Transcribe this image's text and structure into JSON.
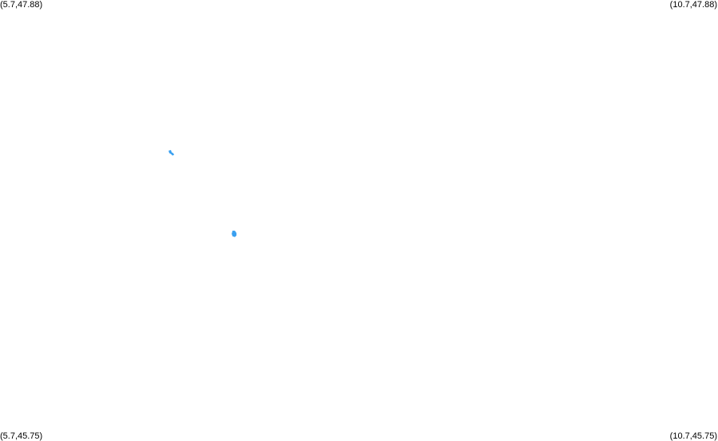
{
  "map": {
    "corner_labels": {
      "top_left": "(5.7,47.88)",
      "top_right": "(10.7,47.88)",
      "bottom_left": "(5.7,45.75)",
      "bottom_right": "(10.7,45.75)"
    },
    "bounds": {
      "lon_min": 5.7,
      "lon_max": 10.7,
      "lat_min": 45.75,
      "lat_max": 47.88
    },
    "feature_color": "#3aa0f0",
    "features": [
      {
        "lon": 6.89,
        "lat": 47.14
      },
      {
        "lon": 7.33,
        "lat": 46.75
      }
    ]
  }
}
